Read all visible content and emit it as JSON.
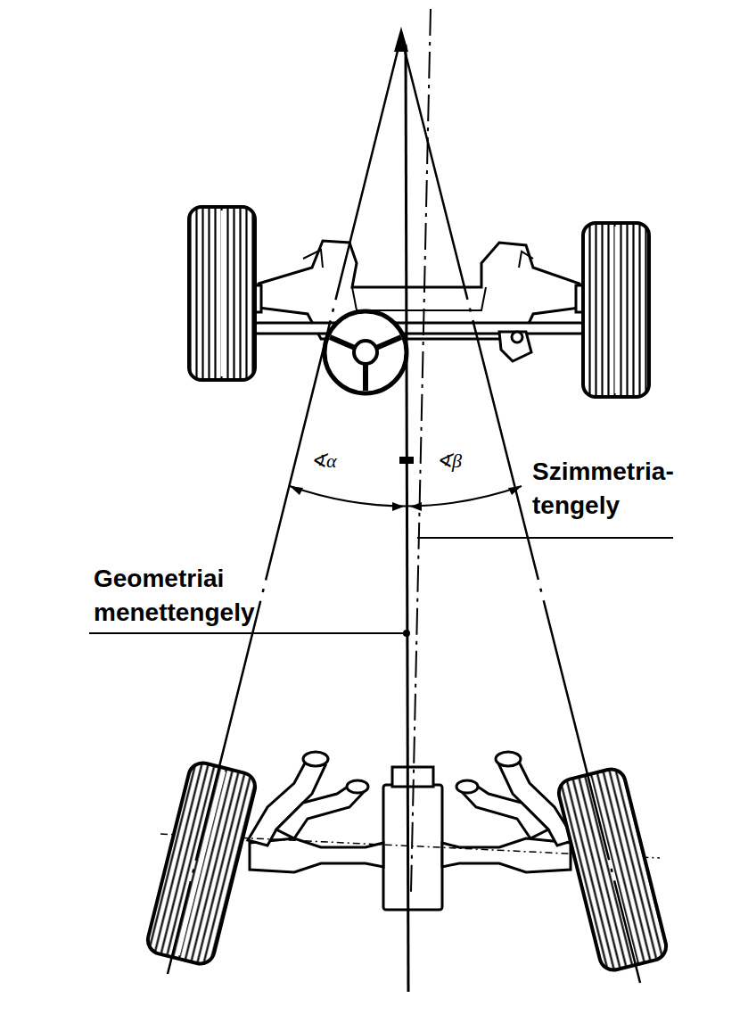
{
  "diagram": {
    "labels": [
      "∢α",
      "∢β",
      "Szimmetria- tengely",
      "Geometriai menettengely"
    ]
  }
}
